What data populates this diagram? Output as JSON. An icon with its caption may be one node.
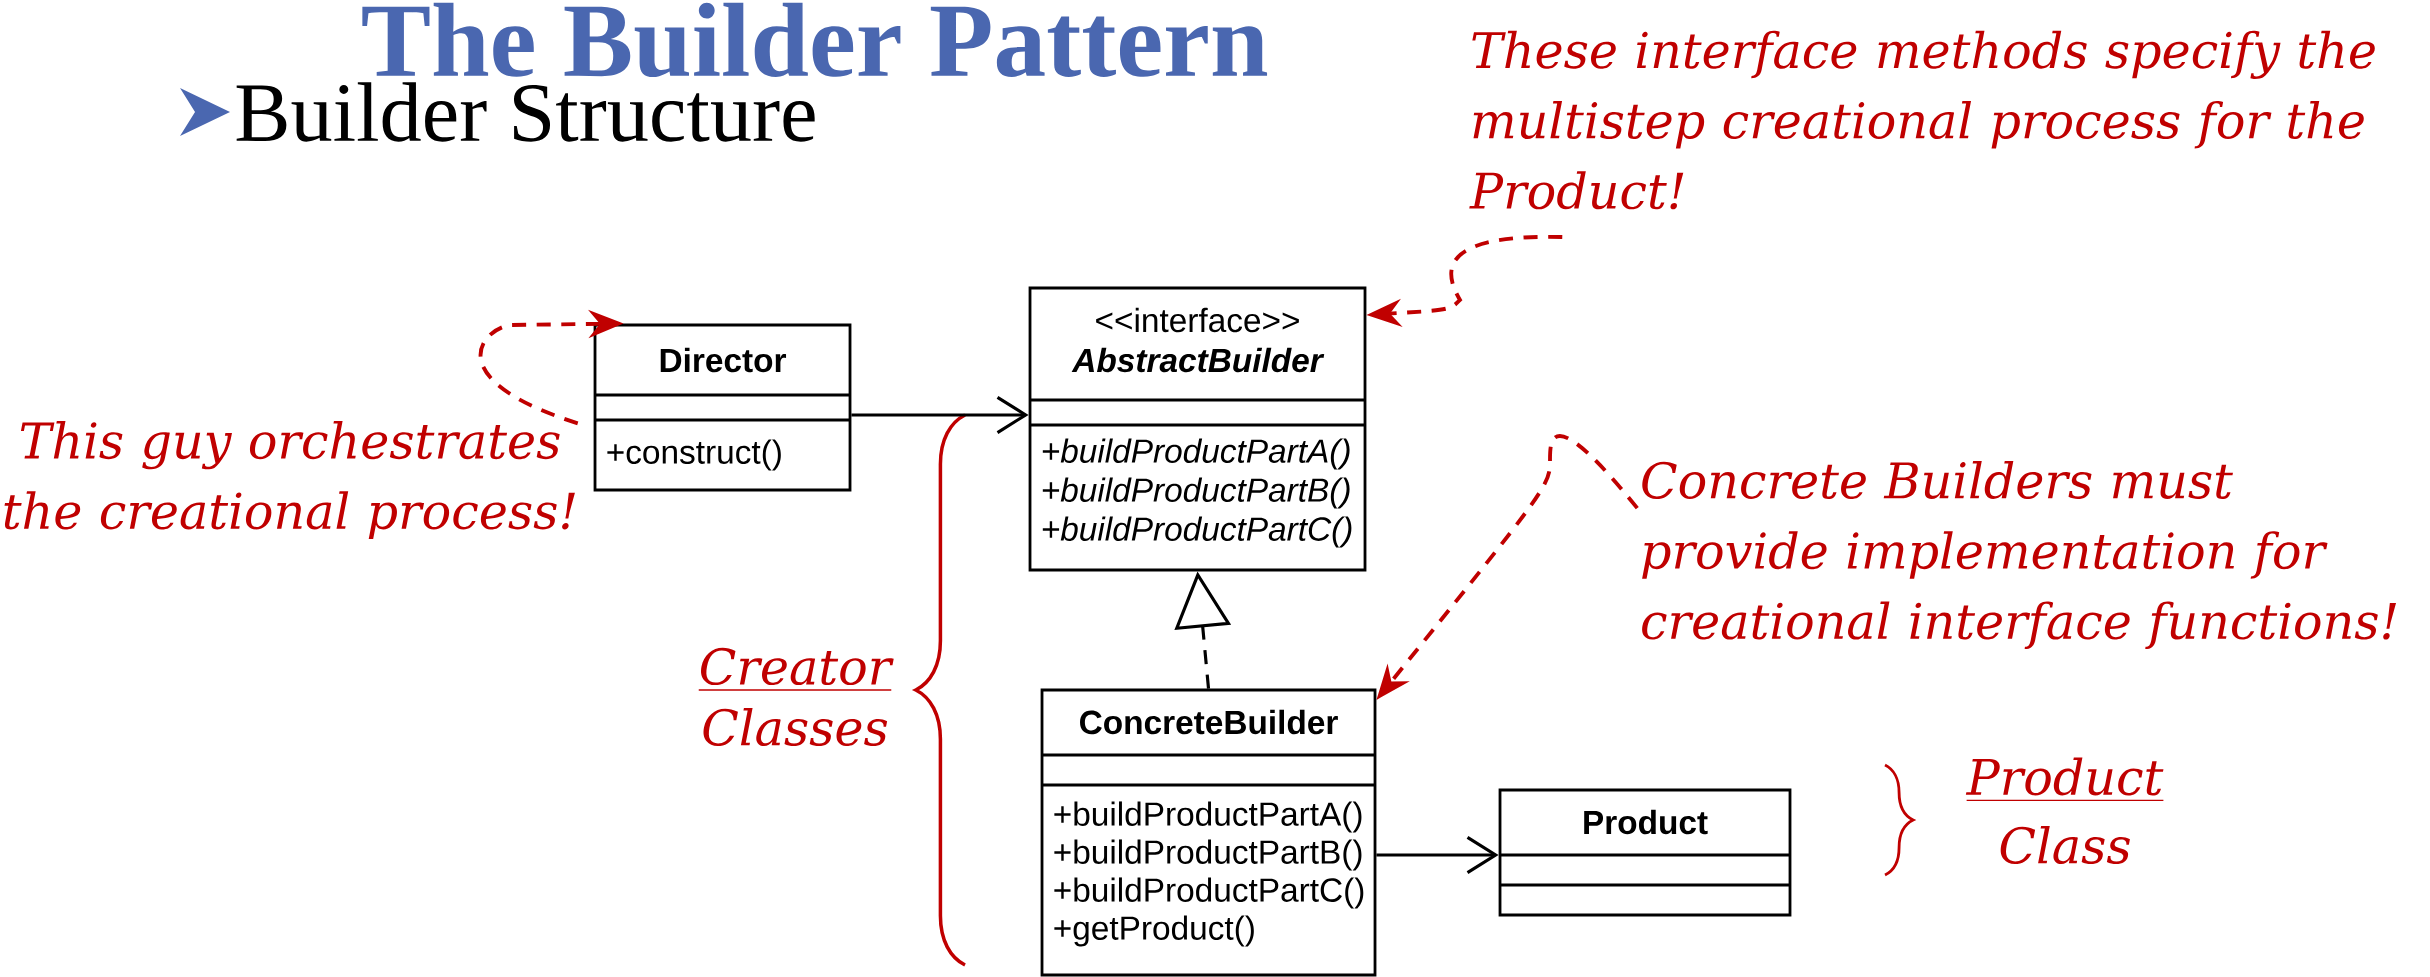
{
  "diagram": {
    "title": "The Builder Pattern",
    "nodes": [
      {
        "text": [
          "Director",
          "+construct()"
        ]
      },
      {
        "text": [
          "<<interface>>",
          "AbstractBuilder",
          "+buildProductPartA()",
          "+buildProductPartB()",
          "+buildProductPartC()"
        ]
      },
      {
        "text": [
          "ConcreteBuilder",
          "+buildProductPartA()",
          "+buildProductPartB()",
          "+buildProductPartC()",
          "+getProduct()"
        ]
      },
      {
        "text": [
          "Product"
        ]
      },
      {
        "text": [
          "This guy orchestrates the creational process!"
        ]
      },
      {
        "text": [
          "These interface methods specify the multistep creational process for the Product!"
        ]
      },
      {
        "text": [
          "Concrete Builders must provide implementation for creational interface functions!"
        ]
      }
    ],
    "edges": [
      {
        "from": 0,
        "to": 1,
        "arrow": "to"
      },
      {
        "from": 2,
        "to": 1,
        "arrow": "to",
        "style": "dashed"
      },
      {
        "from": 2,
        "to": 3,
        "arrow": "to"
      },
      {
        "from": 4,
        "to": 0,
        "arrow": "to",
        "style": "dashed",
        "color": "#c00000"
      },
      {
        "from": 5,
        "to": 1,
        "arrow": "to",
        "style": "dashed",
        "color": "#c00000"
      },
      {
        "from": 6,
        "to": 2,
        "arrow": "to",
        "style": "dashed",
        "color": "#c00000"
      }
    ],
    "labels": [
      "Builder Structure",
      "Creator",
      "Classes",
      "Product",
      "Class"
    ]
  }
}
